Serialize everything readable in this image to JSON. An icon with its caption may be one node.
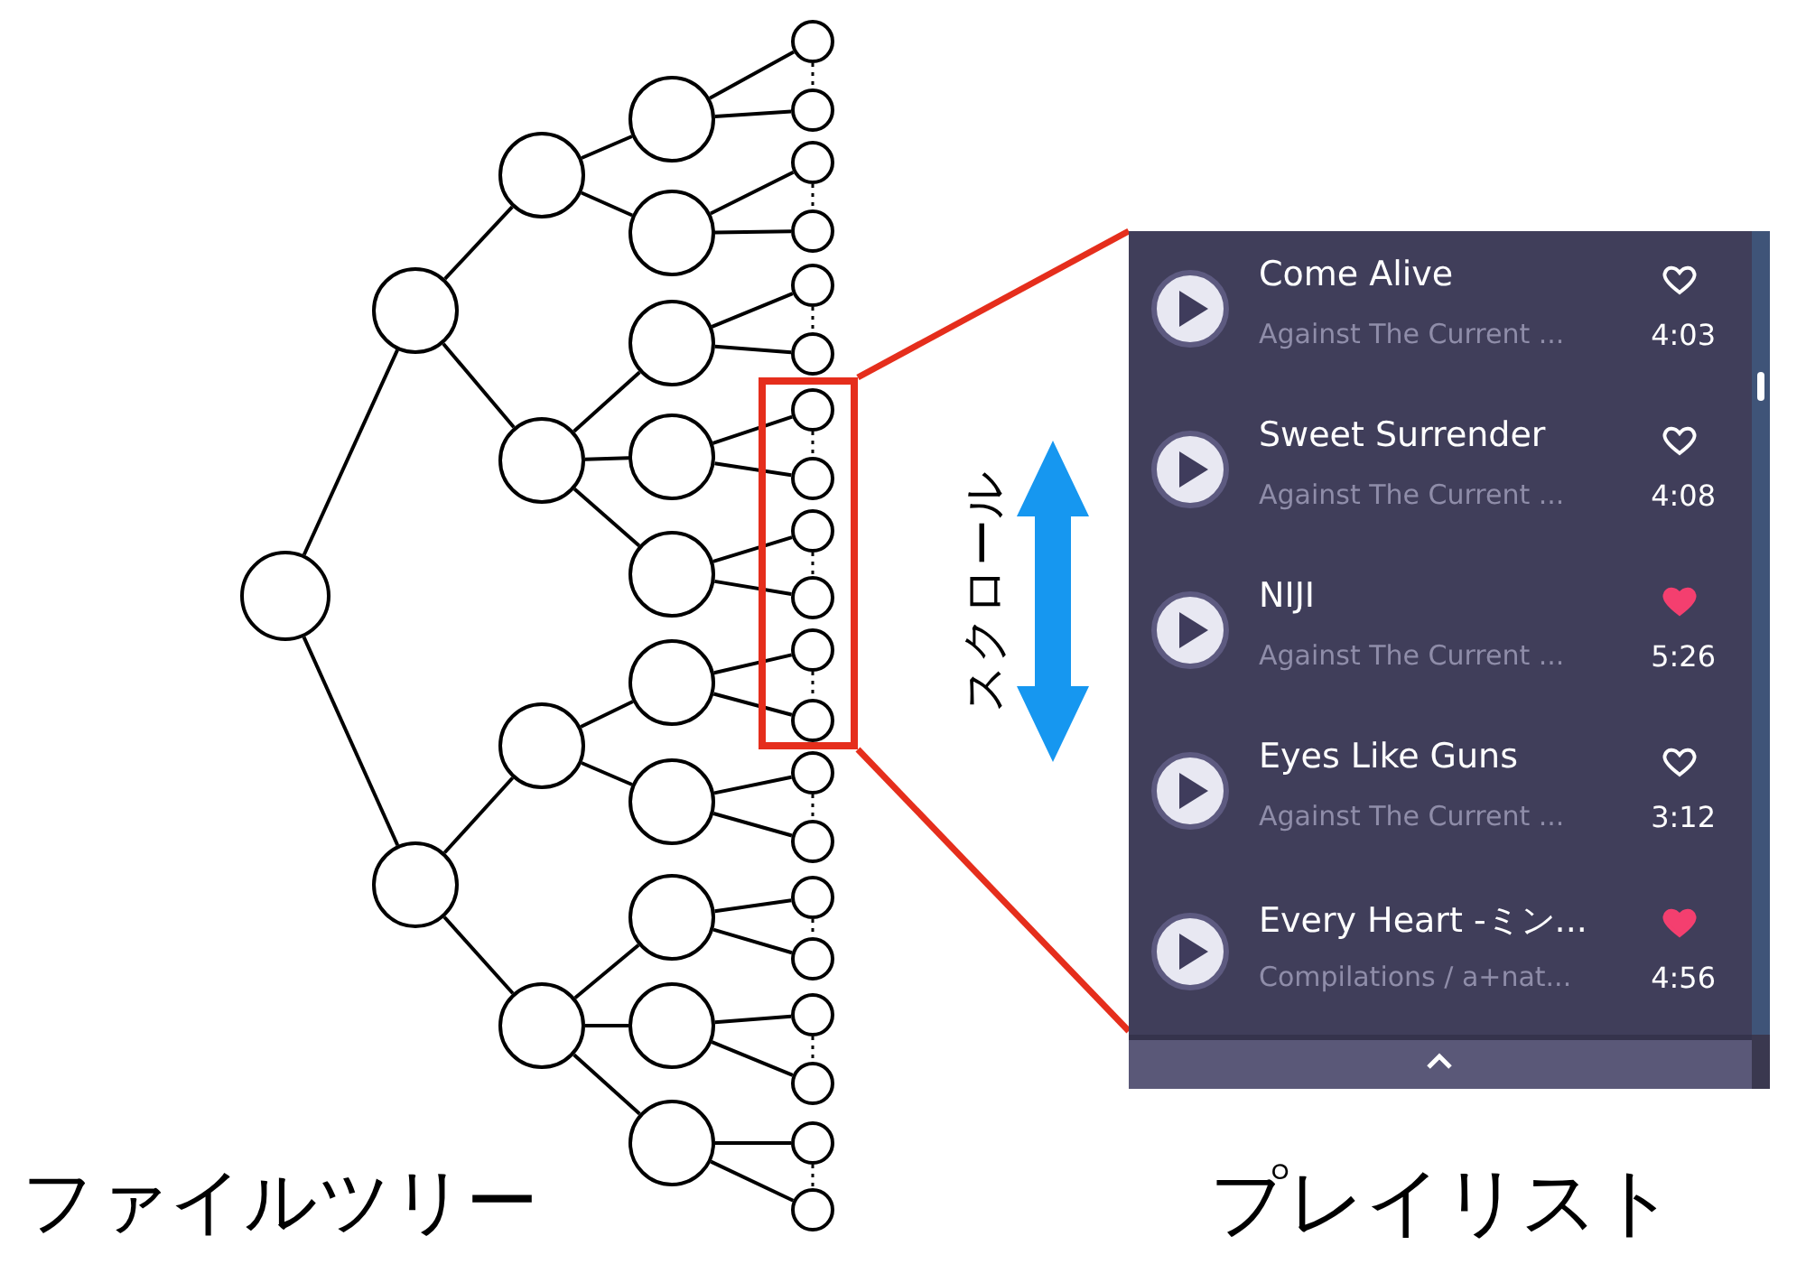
{
  "diagram": {
    "nodes": [
      {
        "text": [],
        "shape": "circle"
      },
      {
        "text": [],
        "shape": "circle"
      },
      {
        "text": [],
        "shape": "circle"
      },
      {
        "text": [],
        "shape": "circle"
      },
      {
        "text": [],
        "shape": "circle"
      },
      {
        "text": [],
        "shape": "circle"
      },
      {
        "text": [],
        "shape": "circle"
      },
      {
        "text": [],
        "shape": "circle"
      },
      {
        "text": [],
        "shape": "circle"
      },
      {
        "text": [],
        "shape": "circle"
      },
      {
        "text": [],
        "shape": "circle"
      },
      {
        "text": [],
        "shape": "circle"
      },
      {
        "text": [],
        "shape": "circle"
      },
      {
        "text": [],
        "shape": "circle"
      },
      {
        "text": [],
        "shape": "circle"
      },
      {
        "text": [],
        "shape": "circle"
      },
      {
        "text": [],
        "shape": "circle"
      },
      {
        "text": [],
        "shape": "box"
      },
      {
        "text": [],
        "shape": "circle"
      },
      {
        "text": [],
        "shape": "circle"
      },
      {
        "text": [],
        "shape": "circle"
      },
      {
        "text": [],
        "shape": "circle"
      },
      {
        "text": [],
        "shape": "circle"
      },
      {
        "text": [],
        "shape": "circle"
      },
      {
        "text": [],
        "shape": "circle",
        "in": 17
      },
      {
        "text": [],
        "shape": "circle",
        "in": 17
      },
      {
        "text": [],
        "shape": "circle",
        "in": 17
      },
      {
        "text": [],
        "shape": "circle",
        "in": 17
      },
      {
        "text": [],
        "shape": "circle",
        "in": 17
      },
      {
        "text": [],
        "shape": "circle",
        "in": 17
      },
      {
        "text": [],
        "shape": "circle"
      },
      {
        "text": [],
        "shape": "circle"
      },
      {
        "text": [],
        "shape": "circle"
      },
      {
        "text": [],
        "shape": "circle"
      },
      {
        "text": [],
        "shape": "circle"
      },
      {
        "text": [],
        "shape": "circle"
      },
      {
        "text": [],
        "shape": "circle"
      },
      {
        "text": [],
        "shape": "circle"
      },
      {
        "text": [
          "プレイリスト"
        ]
      },
      {
        "text": [
          "Come Alive",
          "Against The Current ...",
          "4:03"
        ],
        "in": 38
      },
      {
        "text": [
          "Sweet Surrender",
          "Against The Current ...",
          "4:08"
        ],
        "in": 38
      },
      {
        "text": [
          "NIJI",
          "Against The Current ...",
          "5:26"
        ],
        "in": 38
      },
      {
        "text": [
          "Eyes Like Guns",
          "Against The Current ...",
          "3:12"
        ],
        "in": 38
      },
      {
        "text": [
          "Every Heart -ミン...",
          "Compilations / a+nat...",
          "4:56"
        ],
        "in": 38
      }
    ],
    "edges": [
      {
        "from": 0,
        "to": 1,
        "arrow": "none"
      },
      {
        "from": 0,
        "to": 2,
        "arrow": "none"
      },
      {
        "from": 1,
        "to": 3,
        "arrow": "none"
      },
      {
        "from": 1,
        "to": 4,
        "arrow": "none"
      },
      {
        "from": 2,
        "to": 5,
        "arrow": "none"
      },
      {
        "from": 2,
        "to": 6,
        "arrow": "none"
      },
      {
        "from": 3,
        "to": 7,
        "arrow": "none"
      },
      {
        "from": 3,
        "to": 8,
        "arrow": "none"
      },
      {
        "from": 4,
        "to": 9,
        "arrow": "none"
      },
      {
        "from": 4,
        "to": 10,
        "arrow": "none"
      },
      {
        "from": 4,
        "to": 11,
        "arrow": "none"
      },
      {
        "from": 5,
        "to": 12,
        "arrow": "none"
      },
      {
        "from": 5,
        "to": 13,
        "arrow": "none"
      },
      {
        "from": 6,
        "to": 14,
        "arrow": "none"
      },
      {
        "from": 6,
        "to": 15,
        "arrow": "none"
      },
      {
        "from": 6,
        "to": 16,
        "arrow": "none"
      },
      {
        "from": 7,
        "to": 18,
        "arrow": "none"
      },
      {
        "from": 7,
        "to": 19,
        "arrow": "none"
      },
      {
        "from": 8,
        "to": 20,
        "arrow": "none"
      },
      {
        "from": 8,
        "to": 21,
        "arrow": "none"
      },
      {
        "from": 9,
        "to": 22,
        "arrow": "none"
      },
      {
        "from": 9,
        "to": 23,
        "arrow": "none"
      },
      {
        "from": 10,
        "to": 24,
        "arrow": "none"
      },
      {
        "from": 10,
        "to": 25,
        "arrow": "none"
      },
      {
        "from": 11,
        "to": 26,
        "arrow": "none"
      },
      {
        "from": 11,
        "to": 27,
        "arrow": "none"
      },
      {
        "from": 12,
        "to": 28,
        "arrow": "none"
      },
      {
        "from": 12,
        "to": 29,
        "arrow": "none"
      },
      {
        "from": 13,
        "to": 30,
        "arrow": "none"
      },
      {
        "from": 13,
        "to": 31,
        "arrow": "none"
      },
      {
        "from": 14,
        "to": 32,
        "arrow": "none"
      },
      {
        "from": 14,
        "to": 33,
        "arrow": "none"
      },
      {
        "from": 15,
        "to": 34,
        "arrow": "none"
      },
      {
        "from": 15,
        "to": 35,
        "arrow": "none"
      },
      {
        "from": 16,
        "to": 36,
        "arrow": "none"
      },
      {
        "from": 16,
        "to": 37,
        "arrow": "none"
      },
      {
        "from": 18,
        "to": 19,
        "arrow": "none",
        "style": "dashed"
      },
      {
        "from": 20,
        "to": 21,
        "arrow": "none",
        "style": "dashed"
      },
      {
        "from": 22,
        "to": 23,
        "arrow": "none",
        "style": "dashed"
      },
      {
        "from": 24,
        "to": 25,
        "arrow": "none",
        "style": "dashed"
      },
      {
        "from": 26,
        "to": 27,
        "arrow": "none",
        "style": "dashed"
      },
      {
        "from": 28,
        "to": 29,
        "arrow": "none",
        "style": "dashed"
      },
      {
        "from": 30,
        "to": 31,
        "arrow": "none",
        "style": "dashed"
      },
      {
        "from": 32,
        "to": 33,
        "arrow": "none",
        "style": "dashed"
      },
      {
        "from": 34,
        "to": 35,
        "arrow": "none",
        "style": "dashed"
      },
      {
        "from": 36,
        "to": 37,
        "arrow": "none",
        "style": "dashed"
      },
      {
        "from": 17,
        "to": 38,
        "arrow": "none",
        "color": "#e52e1c"
      },
      {
        "from": 17,
        "to": 38,
        "arrow": "none",
        "color": "#e52e1c"
      }
    ],
    "labels": [
      "ファイルツリー",
      "スクロール"
    ]
  }
}
